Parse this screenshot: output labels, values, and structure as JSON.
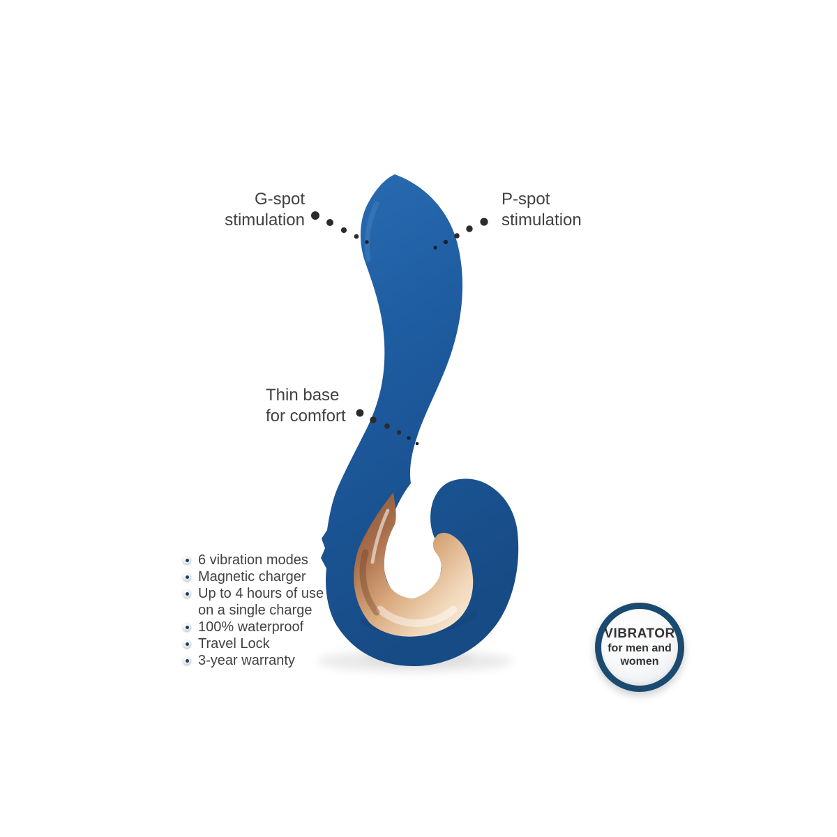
{
  "page": {
    "background": "#ffffff"
  },
  "callouts": {
    "gspot": {
      "line1": "G-spot",
      "line2": "stimulation"
    },
    "pspot": {
      "line1": "P-spot",
      "line2": "stimulation"
    },
    "thin_base": {
      "line1": "Thin base",
      "line2": "for comfort"
    }
  },
  "features": {
    "items": [
      {
        "text": "6 vibration modes"
      },
      {
        "text": "Magnetic charger"
      },
      {
        "text": "Up to 4 hours of use on a single charge"
      },
      {
        "text": "100% waterproof"
      },
      {
        "text": "Travel Lock"
      },
      {
        "text": "3-year warranty"
      }
    ]
  },
  "badge": {
    "line1": "VIBRATOR",
    "line2": "for men and",
    "line3": "women"
  },
  "colors": {
    "background": "#ffffff",
    "body_blue": "#1d5a9e",
    "body_blue_dark": "#174b85",
    "gold_light": "#f3ddc2",
    "gold_mid": "#cf9a6f",
    "gold_dark": "#7e4e33",
    "badge_ring": "#1b4a70",
    "text": "#414144",
    "leader_dot": "#2b2b2c",
    "body_dot": "#18202e",
    "bullet_dot": "#1d3e66"
  }
}
